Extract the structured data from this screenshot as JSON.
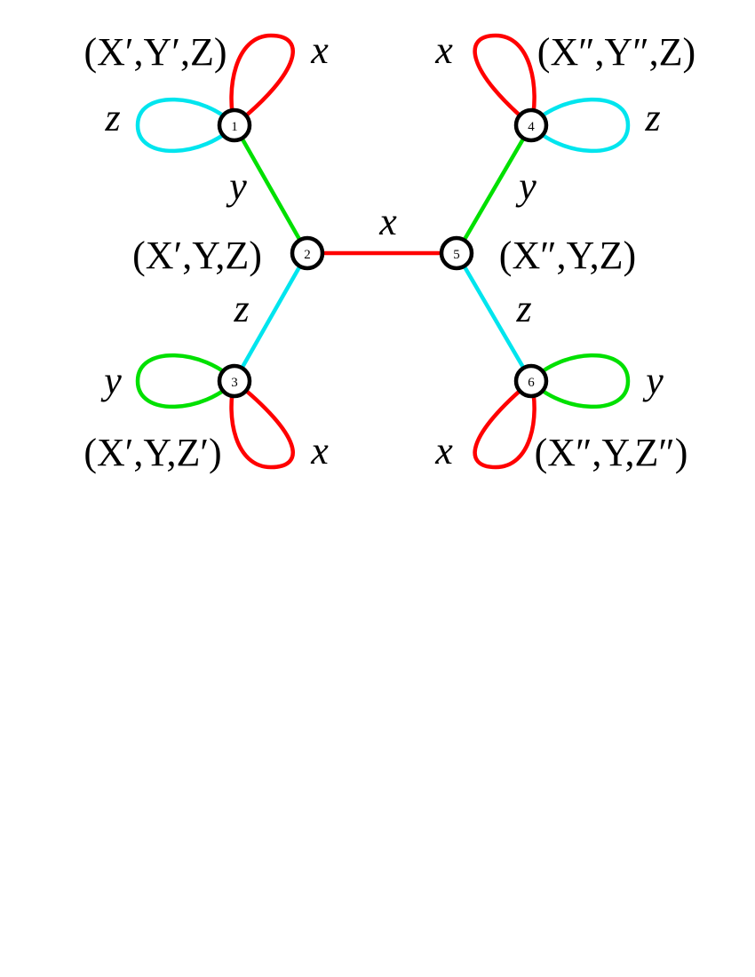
{
  "colors": {
    "x": "#ff0000",
    "y": "#00e000",
    "z": "#00e5ee",
    "node_stroke": "#000000"
  },
  "nodes": [
    {
      "id": "1",
      "coords": "(X′,Y′,Z)"
    },
    {
      "id": "2",
      "coords": "(X′,Y,Z)"
    },
    {
      "id": "3",
      "coords": "(X′,Y,Z′)"
    },
    {
      "id": "4",
      "coords": "(X″,Y″,Z)"
    },
    {
      "id": "5",
      "coords": "(X″,Y,Z)"
    },
    {
      "id": "6",
      "coords": "(X″,Y,Z″)"
    }
  ],
  "edges": [
    {
      "from": "1",
      "to": "2",
      "label": "y"
    },
    {
      "from": "2",
      "to": "3",
      "label": "z"
    },
    {
      "from": "2",
      "to": "5",
      "label": "x"
    },
    {
      "from": "4",
      "to": "5",
      "label": "y"
    },
    {
      "from": "5",
      "to": "6",
      "label": "z"
    }
  ],
  "loops": [
    {
      "node": "1",
      "label": "x"
    },
    {
      "node": "1",
      "label": "z"
    },
    {
      "node": "3",
      "label": "y"
    },
    {
      "node": "3",
      "label": "x"
    },
    {
      "node": "4",
      "label": "x"
    },
    {
      "node": "4",
      "label": "z"
    },
    {
      "node": "6",
      "label": "y"
    },
    {
      "node": "6",
      "label": "x"
    }
  ]
}
